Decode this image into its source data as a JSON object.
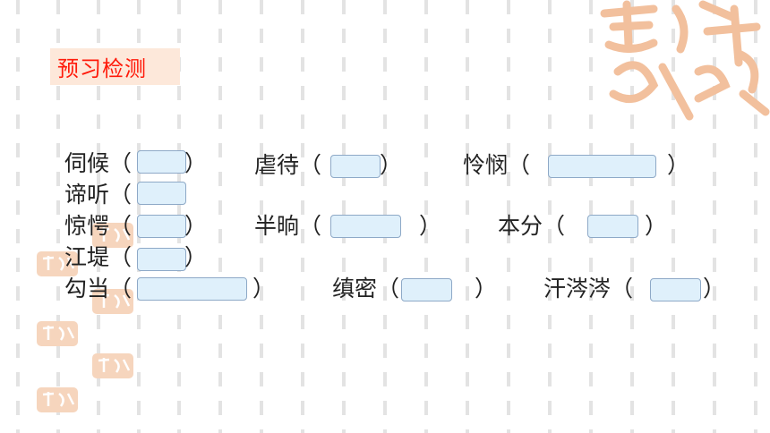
{
  "slide": {
    "title": "预习检测",
    "colors": {
      "title_red": "#ff1a0a",
      "title_bg": "#fde8da",
      "box_fill": "#dff0fb",
      "box_border": "#8ea9c7",
      "seal": "#f2a877"
    },
    "decorations": [
      "jixiang-seal-large",
      "jixiang-seal-small"
    ]
  },
  "words": [
    {
      "word": "伺候（",
      "close": "）"
    },
    {
      "word": "虐待（",
      "close": "）"
    },
    {
      "word": "怜悯（",
      "close": "）"
    },
    {
      "word": "谛听（",
      "close": ""
    },
    {
      "word": "惊愕（",
      "close": "）"
    },
    {
      "word": "半晌（",
      "close": "）"
    },
    {
      "word": "本分（",
      "close": "）"
    },
    {
      "word": "江堤（",
      "close": "）"
    },
    {
      "word": "勾当（",
      "close": "）"
    },
    {
      "word": "缜密（",
      "close": "）"
    },
    {
      "word": "汗涔涔（",
      "close": "）"
    }
  ]
}
